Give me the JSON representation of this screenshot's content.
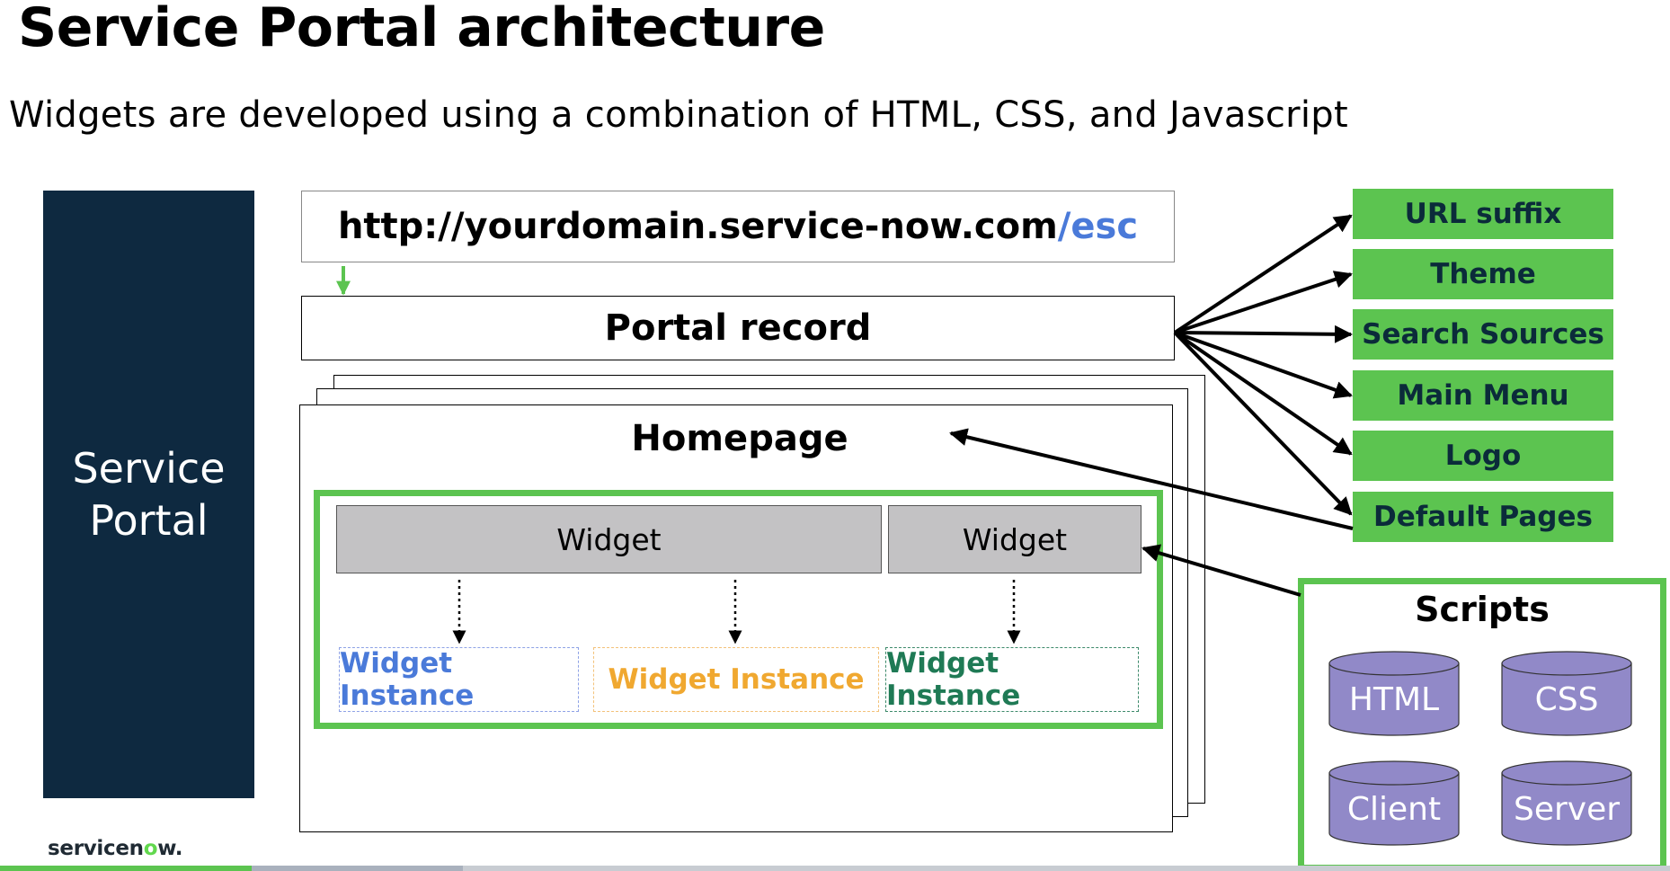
{
  "title": "Service Portal architecture",
  "subtitle": "Widgets are developed using a combination of HTML, CSS, and Javascript",
  "sidebar": {
    "label": "Service Portal"
  },
  "url": {
    "base": "http://yourdomain.service-now.com",
    "suffix": "/esc",
    "suffix_color": "#4a7ad9"
  },
  "portal_record": {
    "label": "Portal record"
  },
  "homepage": {
    "label": "Homepage"
  },
  "widgets": [
    {
      "label": "Widget"
    },
    {
      "label": "Widget"
    }
  ],
  "widget_instances": [
    {
      "label": "Widget Instance",
      "color": "#4a7ad9"
    },
    {
      "label": "Widget Instance",
      "color": "#f0a830"
    },
    {
      "label": "Widget Instance",
      "color": "#1f7a55"
    }
  ],
  "portal_record_properties": [
    {
      "label": "URL suffix"
    },
    {
      "label": "Theme"
    },
    {
      "label": "Search Sources"
    },
    {
      "label": "Main Menu"
    },
    {
      "label": "Logo"
    },
    {
      "label": "Default Pages"
    }
  ],
  "scripts": {
    "title": "Scripts",
    "items": [
      {
        "label": "HTML"
      },
      {
        "label": "CSS"
      },
      {
        "label": "Client"
      },
      {
        "label": "Server"
      }
    ]
  },
  "brand": {
    "logo_prefix": "servicen",
    "logo_o": "o",
    "logo_suffix": "w."
  },
  "colors": {
    "green": "#5cc450",
    "navy": "#0e2940",
    "cylinder": "#9189c8",
    "widget_gray": "#c3c2c4"
  }
}
